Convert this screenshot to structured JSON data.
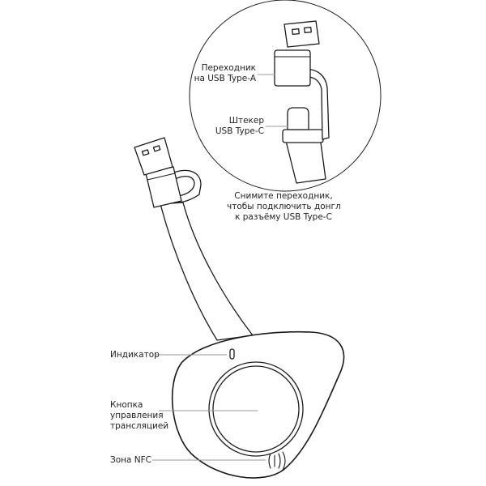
{
  "colors": {
    "stroke": "#1a1a1a",
    "fill": "#ffffff",
    "leader": "#9a9a9a",
    "text": "#222222"
  },
  "icons": [
    "indicator-led-icon",
    "nfc-icon",
    "usb-a-plug-icon",
    "usb-c-plug-icon"
  ],
  "callouts": {
    "adapter": {
      "line1": "Переходник",
      "line2": "на USB Type-A"
    },
    "plug": {
      "line1": "Штекер",
      "line2": "USB Type-C"
    },
    "instruction": {
      "line1": "Снимите переходник,",
      "line2": "чтобы подключить донгл",
      "line3": "к разъёму USB Type-C"
    },
    "indicator": {
      "text": "Индикатор"
    },
    "button": {
      "line1": "Кнопка",
      "line2": "управления",
      "line3": "трансляцией"
    },
    "nfc": {
      "text": "Зона NFC"
    }
  }
}
